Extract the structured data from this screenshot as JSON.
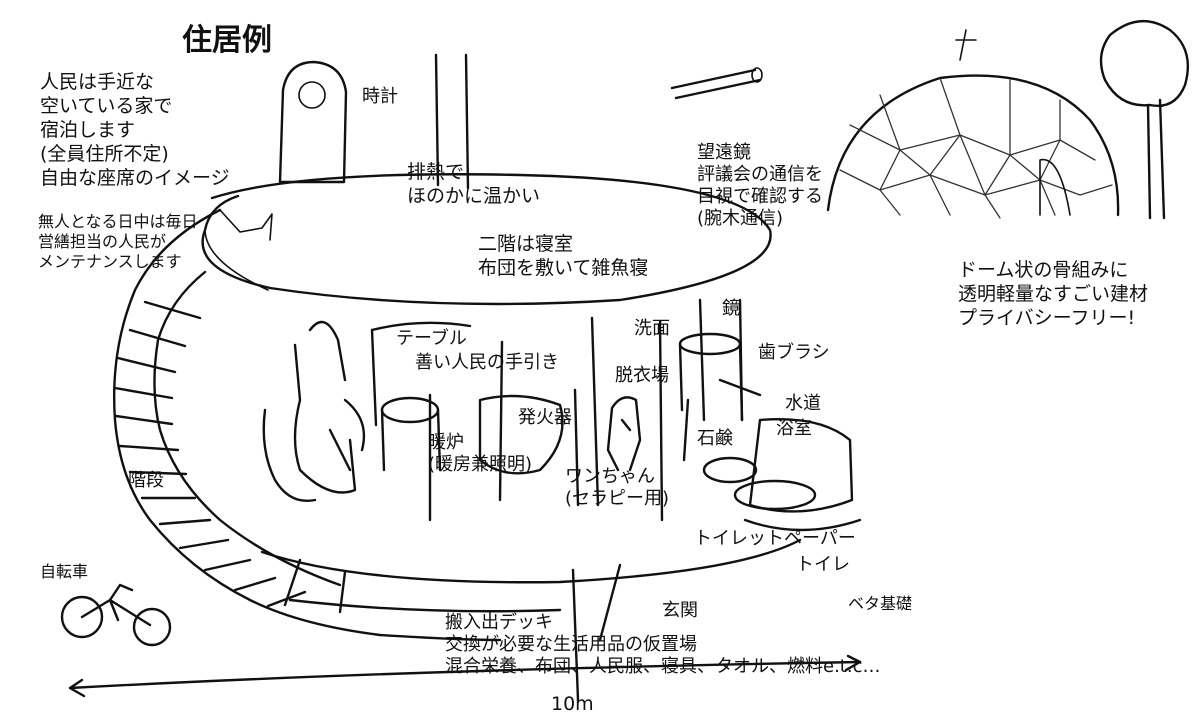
{
  "title": "住居例",
  "notes": {
    "residents": "人民は手近な\n空いている家で\n宿泊します\n(全員住所不定)\n自由な座席のイメージ",
    "daytime": "無人となる日中は毎日\n営繕担当の人民が\nメンテナンスします",
    "dome": "ドーム状の骨組みに\n透明軽量なすごい建材\nプライバシーフリー!"
  },
  "labels": {
    "clock": "時計",
    "exhaust": "排熱で\nほのかに温かい",
    "telescope": "望遠鏡\n評議会の通信を\n目視で確認する\n(腕木通信)",
    "second_floor": "二階は寝室\n布団を敷いて雑魚寝",
    "table": "テーブル",
    "guide": "善い人民の手引き",
    "wash": "洗面",
    "mirror": "鏡",
    "toothbrush": "歯ブラシ",
    "dressing": "脱衣場",
    "water": "水道",
    "bath": "浴室",
    "soap": "石鹸",
    "generator": "発火器",
    "stove": "暖炉\n(暖房兼照明)",
    "dog": "ワンちゃん\n(セラピー用)",
    "toilet_paper": "トイレットペーパー",
    "toilet": "トイレ",
    "stairs": "階段",
    "bicycle": "自転車",
    "foundation": "ベタ基礎",
    "entrance": "玄関",
    "deck": "搬入出デッキ\n交換が必要な生活用品の仮置場\n混合栄養、布団、人民服、寝具、タオル、燃料e.t.c…",
    "scale": "10m"
  }
}
